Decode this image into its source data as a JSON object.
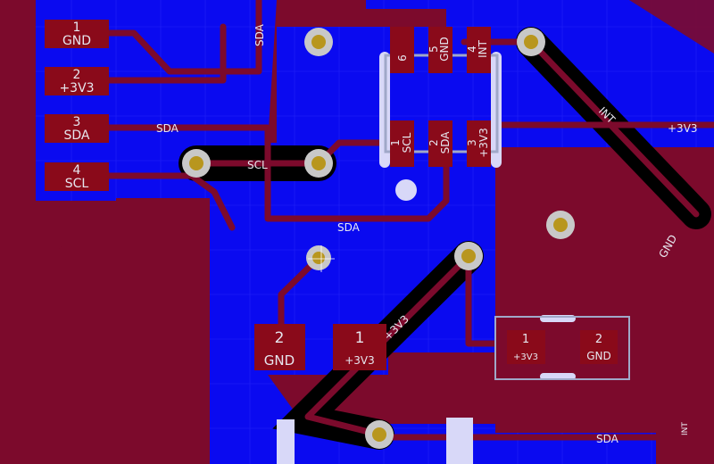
{
  "colors": {
    "zone_blue": "#0a0af0",
    "copper_red": "#7c0a2c",
    "pad_red": "#8a0a1a",
    "via_ring": "#c8c8c8",
    "via_hole": "#b8961e",
    "outline": "#a0a8c8",
    "silk": "#e8e8f0"
  },
  "connector": [
    {
      "num": "1",
      "net": "GND"
    },
    {
      "num": "2",
      "net": "+3V3"
    },
    {
      "num": "3",
      "net": "SDA"
    },
    {
      "num": "4",
      "net": "SCL"
    }
  ],
  "ic": {
    "top": [
      {
        "num": "6",
        "net": ""
      },
      {
        "num": "5",
        "net": "GND"
      },
      {
        "num": "4",
        "net": "INT"
      }
    ],
    "bottom": [
      {
        "num": "1",
        "net": "SCL"
      },
      {
        "num": "2",
        "net": "SDA"
      },
      {
        "num": "3",
        "net": "+3V3"
      }
    ]
  },
  "pads_lower": [
    {
      "num": "2",
      "net": "GND"
    },
    {
      "num": "1",
      "net": "+3V3"
    }
  ],
  "cap": [
    {
      "num": "1",
      "net": "+3V3"
    },
    {
      "num": "2",
      "net": "GND"
    }
  ],
  "net_labels": {
    "sda_left": "SDA",
    "scl_mid": "SCL",
    "sda_vertical": "SDA",
    "sda_center": "SDA",
    "v33_right": "+3V3",
    "gnd_right": "GND",
    "int_diag": "INT",
    "v33_diag": "+3V3",
    "sda_bottom": "SDA",
    "int_bottom": "INT"
  }
}
